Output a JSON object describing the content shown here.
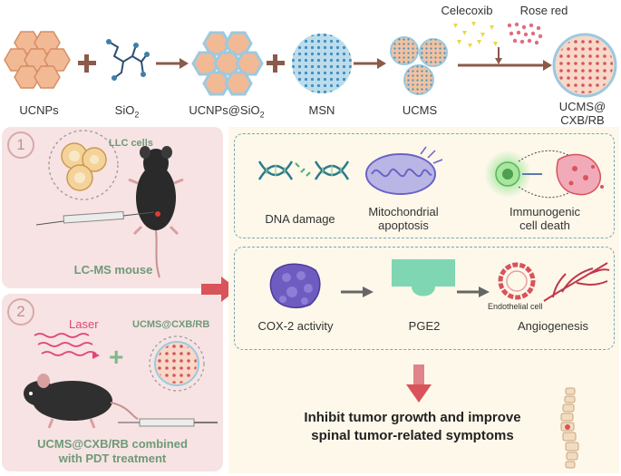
{
  "top_row": {
    "ucnps": "UCNPs",
    "sio2_base": "SiO",
    "sio2_sub": "2",
    "ucnps_sio2_base": "UCNPs@SiO",
    "ucnps_sio2_sub": "2",
    "msn": "MSN",
    "ucms": "UCMS",
    "celecoxib": "Celecoxib",
    "rose_red": "Rose red",
    "ucms_cxb_rb_line1": "UCMS@",
    "ucms_cxb_rb_line2": "CXB/RB"
  },
  "step1": {
    "number": "1",
    "cells_label": "LLC cells",
    "caption": "LC-MS mouse"
  },
  "step2": {
    "number": "2",
    "laser": "Laser",
    "agent": "UCMS@CXB/RB",
    "caption_line1": "UCMS@CXB/RB combined",
    "caption_line2": "with PDT treatment"
  },
  "effects_top": {
    "dna": "DNA damage",
    "mito_line1": "Mitochondrial",
    "mito_line2": "apoptosis",
    "icd_line1": "Immunogenic",
    "icd_line2": "cell death"
  },
  "effects_bottom": {
    "cox2": "COX-2 activity",
    "pge2": "PGE2",
    "endothelial": "Endothelial cell",
    "angio": "Angiogenesis"
  },
  "outcome": {
    "line1": "Inhibit tumor growth and improve",
    "line2": "spinal tumor-related symptoms"
  },
  "colors": {
    "arrow": "#8b5a4a",
    "orange_particle": "#f2b995",
    "msn_blue": "#7fb8d8",
    "pink_panel": "#f7e3e3",
    "cream_panel": "#fdf8ea",
    "big_arrow": "#d9535b",
    "green_text": "#6e9a78"
  }
}
